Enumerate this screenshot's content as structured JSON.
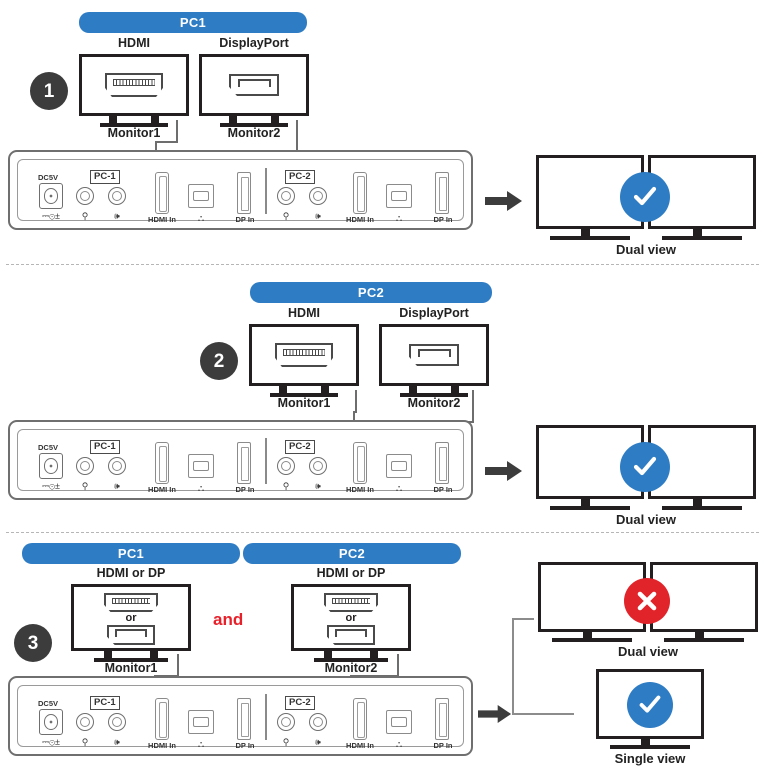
{
  "diagram": {
    "title": "KVM switch dual-monitor connection scenarios",
    "colors": {
      "accent_blue": "#2e7cc4",
      "ok_blue": "#2e7cc4",
      "error_red": "#e1232a",
      "and_red": "#e8202a",
      "badge_gray": "#3c3c3c",
      "outline_dark": "#231f20",
      "panel_gray": "#6f6f6f"
    }
  },
  "switch_panel": {
    "dc_label": "DC5V",
    "groups": [
      {
        "tag": "PC-1",
        "ports": [
          "HDMI In",
          "DP In"
        ],
        "icons": [
          "power-icon",
          "mic-icon",
          "speaker-icon",
          "usb-icon"
        ]
      },
      {
        "tag": "PC-2",
        "ports": [
          "HDMI In",
          "DP In"
        ],
        "icons": [
          "mic-icon",
          "speaker-icon",
          "usb-icon"
        ]
      }
    ]
  },
  "sections": [
    {
      "number": "1",
      "pc_headers": [
        {
          "label": "PC1"
        }
      ],
      "sources": [
        {
          "port_caption": "HDMI",
          "monitor_caption": "Monitor1",
          "connector": "hdmi"
        },
        {
          "port_caption": "DisplayPort",
          "monitor_caption": "Monitor2",
          "connector": "dp"
        }
      ],
      "results": [
        {
          "type": "dual",
          "caption": "Dual view",
          "status": "ok",
          "status_symbol": "check"
        }
      ]
    },
    {
      "number": "2",
      "pc_headers": [
        {
          "label": "PC2"
        }
      ],
      "sources": [
        {
          "port_caption": "HDMI",
          "monitor_caption": "Monitor1",
          "connector": "hdmi"
        },
        {
          "port_caption": "DisplayPort",
          "monitor_caption": "Monitor2",
          "connector": "dp"
        }
      ],
      "results": [
        {
          "type": "dual",
          "caption": "Dual view",
          "status": "ok",
          "status_symbol": "check"
        }
      ]
    },
    {
      "number": "3",
      "pc_headers": [
        {
          "label": "PC1"
        },
        {
          "label": "PC2"
        }
      ],
      "conjunction": "and",
      "or_label": "or",
      "sources": [
        {
          "port_caption": "HDMI or DP",
          "monitor_caption": "Monitor1",
          "connector": "hdmi-or-dp"
        },
        {
          "port_caption": "HDMI or DP",
          "monitor_caption": "Monitor2",
          "connector": "hdmi-or-dp"
        }
      ],
      "results": [
        {
          "type": "dual",
          "caption": "Dual view",
          "status": "error",
          "status_symbol": "cross"
        },
        {
          "type": "single",
          "caption": "Single view",
          "status": "ok",
          "status_symbol": "check"
        }
      ]
    }
  ]
}
